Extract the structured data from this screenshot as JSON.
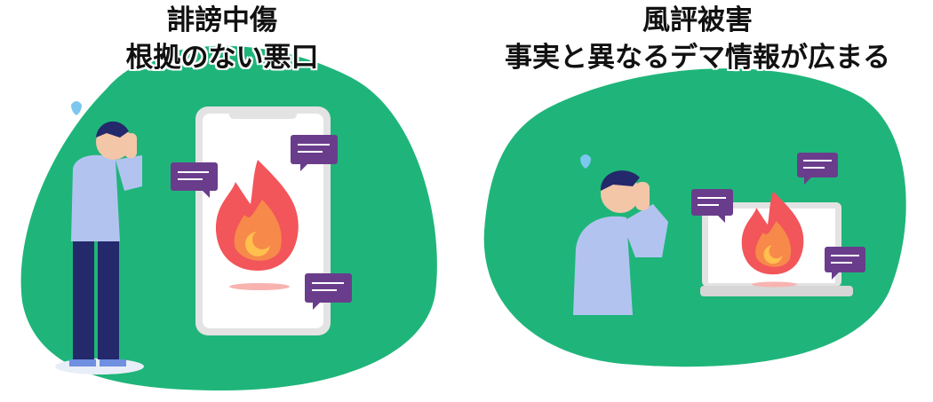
{
  "left_panel": {
    "heading": "誹謗中傷",
    "subheading": "根拠のない悪口"
  },
  "right_panel": {
    "heading": "風評被害",
    "subheading": "事実と異なるデマ情報が広まる"
  },
  "colors": {
    "blob_green": "#1fb57a",
    "bubble_purple": "#6a3d8c",
    "fire_red": "#f2555a",
    "fire_orange": "#f7894a",
    "shirt": "#b3c3f0",
    "pants": "#23296b"
  }
}
